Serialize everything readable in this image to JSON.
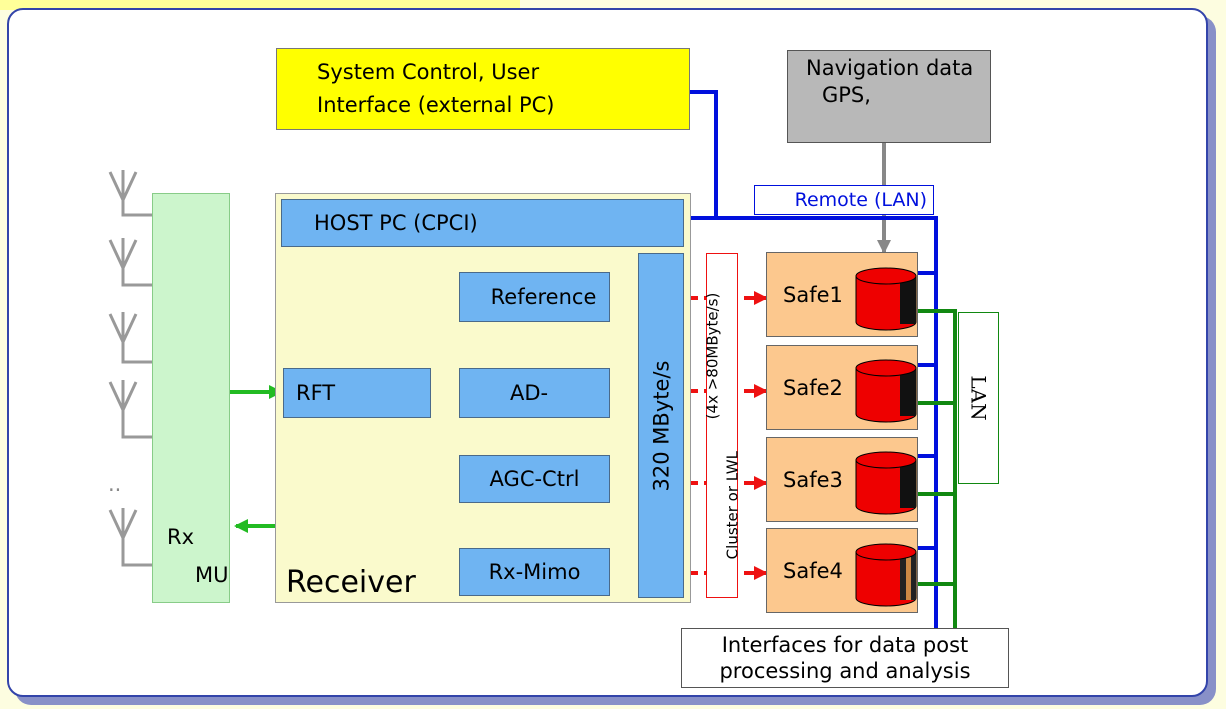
{
  "system_control": {
    "line1": "System Control, User",
    "line2": "Interface (external PC)"
  },
  "navigation": {
    "line1": "Navigation data",
    "line2": "GPS,"
  },
  "remote_lan": "Remote (LAN)",
  "host_pc": "HOST PC (CPCI)",
  "reference": "Reference",
  "rft": "RFT",
  "ad": "AD-",
  "agc": "AGC-Ctrl",
  "rx_mimo": "Rx-Mimo",
  "receiver": "Receiver",
  "bus": "320 MByte/s",
  "cluster": {
    "line1": "(4x >80MByte/s)",
    "line2": "Cluster or LWL"
  },
  "safes": [
    "Safe1",
    "Safe2",
    "Safe3",
    "Safe4"
  ],
  "lan": "LAN",
  "rxmu": {
    "line1": "Rx",
    "line2": "MU"
  },
  "ellipsis": "..",
  "interfaces": {
    "line1": "Interfaces for data post",
    "line2": "processing and analysis"
  },
  "colors": {
    "yellow": "#ffff00",
    "gray": "#b8b8b8",
    "green_box": "#ccf5cc",
    "receiver_bg": "#fafacc",
    "blue_box": "#6fb4f2",
    "safe_box": "#fcc88e",
    "arrow_blue": "#1e88e8",
    "arrow_green": "#22bb22",
    "arrow_red": "#ee1111",
    "lan_blue": "#0010dd",
    "lan_green": "#118811"
  }
}
